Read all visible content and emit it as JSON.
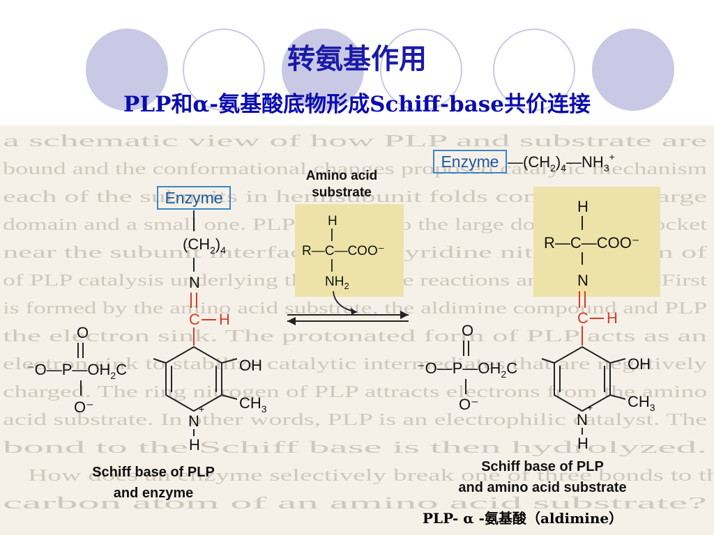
{
  "slide": {
    "title": "转氨基作用",
    "subtitle": "PLP和α-氨基酸底物形成Schiff-base共价连接",
    "caption": "PLP- α -氨基酸（aldimine）"
  },
  "figure": {
    "left": {
      "enzyme": "Enzyme",
      "ch2_text": "(CH",
      "ch2_sub": "2",
      "ch2_close": ")",
      "ch2_n": "4",
      "n_upper": "N",
      "c_label": "C",
      "h_label": "H",
      "phosphate_o_top": "O",
      "phosphate_left": "⁻O—P—OH",
      "phosphate_sub": "2",
      "phosphate_c": "C",
      "phosphate_o_bottom": "O⁻",
      "oh": "OH",
      "ch3": "CH",
      "ch3_sub": "3",
      "ring_n": "N",
      "ring_nh": "H",
      "plus": "+",
      "caption_line1": "Schiff base of PLP",
      "caption_line2": "and enzyme"
    },
    "substrate": {
      "label_line1": "Amino acid",
      "label_line2": "substrate",
      "h": "H",
      "r": "R—C—COO⁻",
      "nh": "NH",
      "nh_sub": "2"
    },
    "right": {
      "enzyme": "Enzyme",
      "chain": "—(CH",
      "chain_sub": "2",
      "chain_close": ")",
      "chain_n": "4",
      "nh3": "—NH",
      "nh3_sub": "3",
      "nh3_sup": "+",
      "h": "H",
      "r": "R—C—COO⁻",
      "n": "N",
      "c_label": "C",
      "h_label": "H",
      "phosphate_o_top": "O",
      "phosphate_left": "⁻O—P—OH",
      "phosphate_sub": "2",
      "phosphate_c": "C",
      "phosphate_o_bottom": "O⁻",
      "oh": "OH",
      "ch3": "CH",
      "ch3_sub": "3",
      "ring_n": "N",
      "ring_nh": "H",
      "plus": "+",
      "caption_line1": "Schiff base of PLP",
      "caption_line2": "and amino acid substrate"
    },
    "background_text": [
      "a schematic view of how PLP and substrate are",
      "bound and the conformational changes proposed catalytic mechanism",
      "each of the subunits in hemisubunit folds consists of a large",
      "domain and a small one. PLP is bound to the large domain, in a pocket",
      "near the subunit interface. The pyridine nitrogen atom of",
      "of PLP catalysis underlying these diverse reactions are now clear. First",
      "is formed by the amino acid substrate, the aldimine compound and PLP",
      "the electron sink. The protonated form of PLP acts as an",
      "electron sink to stabilize catalytic intermediates that are negatively",
      "charged. The ring nitrogen of PLP attracts electrons from the amino",
      "acid substrate. In other words, PLP is an electrophilic catalyst. The",
      "bond to the Schiff base is then hydrolyzed.",
      "How does an enzyme selectively break one of three bonds to the",
      "carbon atom of an amino acid substrate?"
    ]
  }
}
